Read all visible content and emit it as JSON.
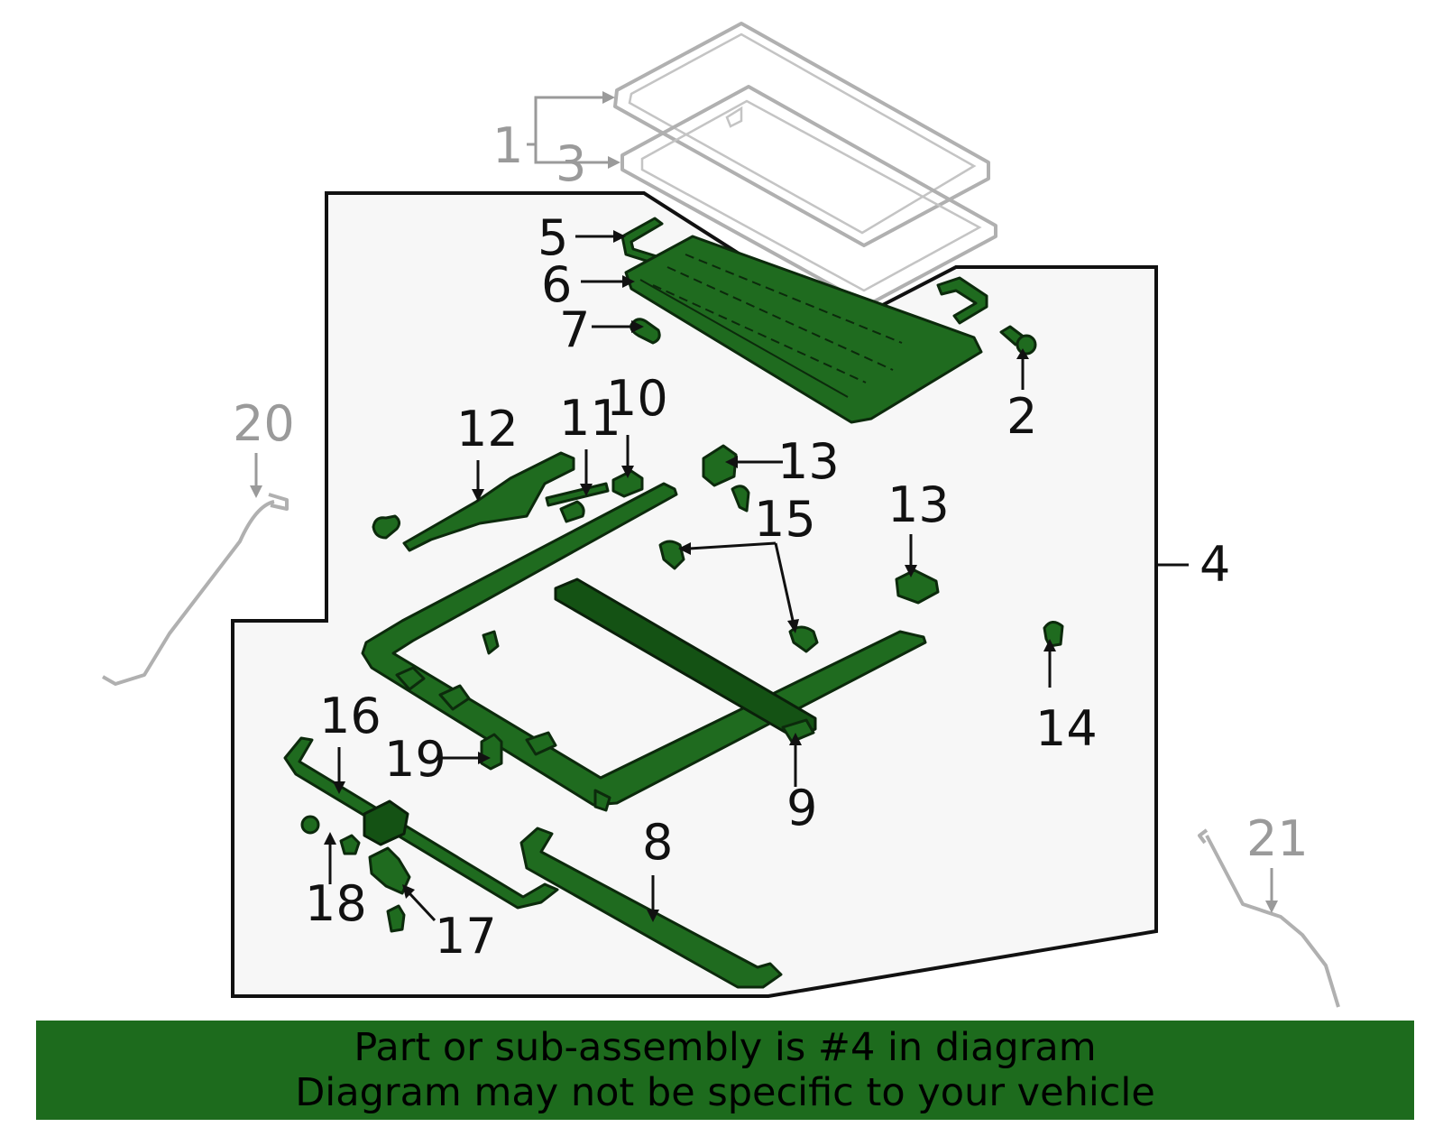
{
  "colors": {
    "active_part": "#1f6b1f",
    "banner": "#1d6b1d",
    "assembly_box": "#f7f7f7",
    "muted": "#9a9a9a"
  },
  "callouts": {
    "c1": "1",
    "c2": "2",
    "c3": "3",
    "c4": "4",
    "c5": "5",
    "c6": "6",
    "c7": "7",
    "c8": "8",
    "c9": "9",
    "c10": "10",
    "c11": "11",
    "c12": "12",
    "c13a": "13",
    "c13b": "13",
    "c14": "14",
    "c15": "15",
    "c16": "16",
    "c17": "17",
    "c18": "18",
    "c19": "19",
    "c20": "20",
    "c21": "21"
  },
  "banner": {
    "line1": "Part or sub-assembly is #4 in diagram",
    "line2": "Diagram may not be specific to your vehicle"
  }
}
